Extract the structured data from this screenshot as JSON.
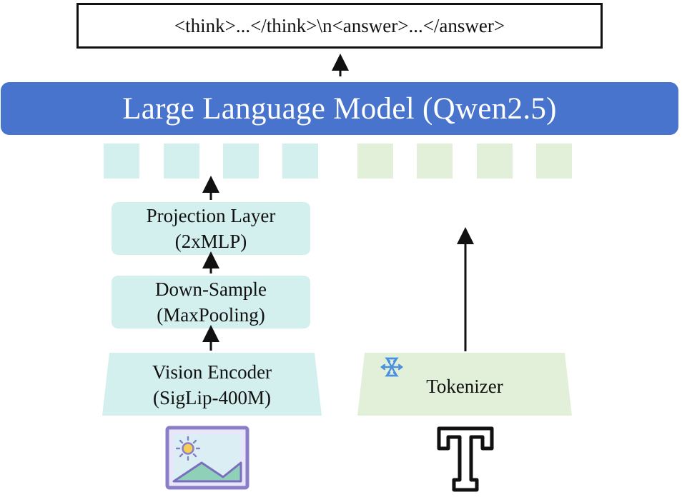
{
  "output": {
    "text": "<think>...</think>\\n<answer>...</answer>"
  },
  "llm": {
    "label": "Large Language Model (Qwen2.5)"
  },
  "vision_branch": {
    "projection": {
      "line1": "Projection Layer",
      "line2": "(2xMLP)"
    },
    "downsample": {
      "line1": "Down-Sample",
      "line2": "(MaxPooling)"
    },
    "encoder": {
      "line1": "Vision Encoder",
      "line2": "(SigLip-400M)"
    },
    "input_icon": "image-icon"
  },
  "text_branch": {
    "tokenizer": {
      "label": "Tokenizer"
    },
    "frozen_icon": "snowflake-icon",
    "input_icon": "text-T-icon"
  },
  "tokens": {
    "vision_count": 4,
    "text_count": 4
  },
  "colors": {
    "llm": "#4874cd",
    "vision_module": "#d3f0ee",
    "text_module": "#e2f0d9",
    "snowflake": "#4a90e2",
    "image_frame": "#8a7fc7"
  }
}
